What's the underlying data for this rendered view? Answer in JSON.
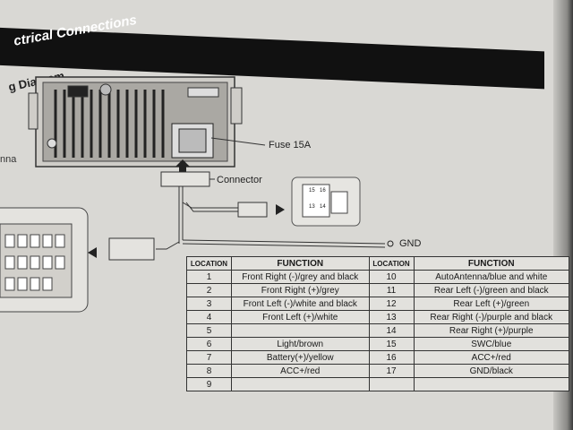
{
  "header": {
    "title": "ctrical Connections"
  },
  "subtitle": "g Diagram",
  "left_label": "nna",
  "labels": {
    "fuse": "Fuse 15A",
    "connector": "Connector",
    "gnd": "GND"
  },
  "plug_pins": {
    "p15": "15",
    "p16": "16",
    "p13": "13",
    "p14": "14"
  },
  "table": {
    "headers": [
      "LOCATION",
      "FUNCTION",
      "LOCATION",
      "FUNCTION"
    ],
    "rows": [
      [
        "1",
        "Front Right (-)/grey and black",
        "10",
        "AutoAntenna/blue and white"
      ],
      [
        "2",
        "Front Right (+)/grey",
        "11",
        "Rear Left (-)/green and black"
      ],
      [
        "3",
        "Front Left (-)/white and black",
        "12",
        "Rear Left (+)/green"
      ],
      [
        "4",
        "Front Left (+)/white",
        "13",
        "Rear Right (-)/purple and black"
      ],
      [
        "5",
        "",
        "14",
        "Rear Right (+)/purple"
      ],
      [
        "6",
        "Light/brown",
        "15",
        "SWC/blue"
      ],
      [
        "7",
        "Battery(+)/yellow",
        "16",
        "ACC+/red"
      ],
      [
        "8",
        "ACC+/red",
        "17",
        "GND/black"
      ],
      [
        "9",
        "",
        "",
        ""
      ]
    ]
  }
}
